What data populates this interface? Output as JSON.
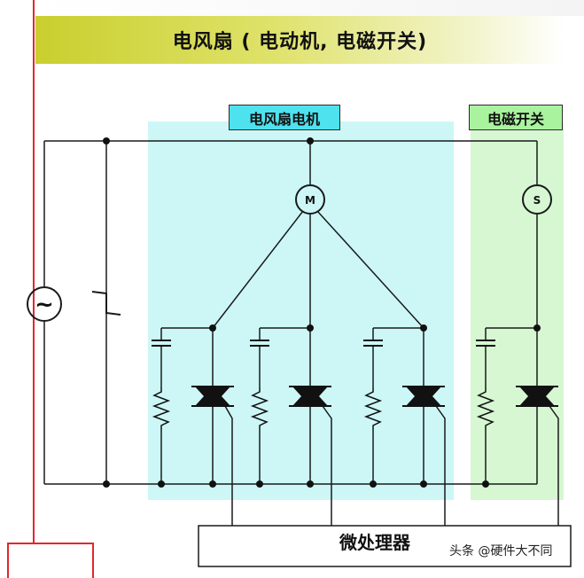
{
  "title": "电风扇 ( 电动机, 电磁开关)",
  "sections": {
    "motor_label": "电风扇电机",
    "switch_label": "电磁开关"
  },
  "components": {
    "motor_symbol": "M",
    "switch_symbol": "S",
    "ac_source_symbol": "~",
    "controller_label": "微处理器"
  },
  "watermark": "头条 @硬件大不同",
  "colors": {
    "title_bar": "#d6da4a",
    "motor_panel": "#cdf7f7",
    "motor_label_bg": "#4ee2ee",
    "switch_panel": "#d6f7d2",
    "switch_label_bg": "#a9f39f",
    "accent_red": "#e3262e",
    "wire": "#1a1a1a"
  }
}
